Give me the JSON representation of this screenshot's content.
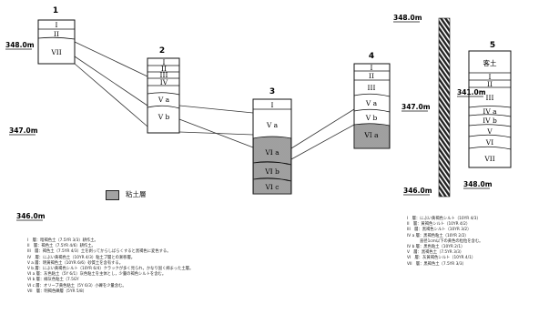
{
  "columns": [
    {
      "number": "1",
      "elevation": "348.0m",
      "layers": [
        "I",
        "II",
        "VII"
      ]
    },
    {
      "number": "2",
      "layers": [
        "I",
        "II",
        "III",
        "IV",
        "V a",
        "V b"
      ]
    },
    {
      "number": "3",
      "layers": [
        "I",
        "V a",
        "VI a",
        "VI b",
        "VI c"
      ]
    },
    {
      "number": "4",
      "elevation": "347.0m",
      "layers": [
        "I",
        "II",
        "III",
        "V a",
        "V b",
        "VI a"
      ]
    },
    {
      "number": "5",
      "elevation": "341.0m",
      "layers": [
        "客土",
        "I",
        "II",
        "III",
        "IV a",
        "IV b",
        "V",
        "VI",
        "VII"
      ]
    }
  ],
  "elevations": {
    "left_347": "347.0m",
    "left_346": "346.0m",
    "top_right": "348.0m",
    "mid_right": "346.0m",
    "bottom_right": "348.0m"
  },
  "legend": {
    "label": "粘土層"
  },
  "notes_left": [
    "I　層：暗褐色土（7.5YR 3/3）耕作土。",
    "II　層：褐色土（7.5YR 4/6）耕作土。",
    "III　層：褐色土（7.5YR 4/3）土を剥ってからしばらくすると黒褐色に変色する。",
    "IV　層：にぶい黄褐色土（10YR 4/3）粘土ブ層との漸移層。",
    "V a 層：明黄褐色土（10YR 6/6）砂質土を含有する。",
    "V b 層：にぶい黄褐色シルト（10YR 6/4）クラックが多く見られ，かなり固く締まった土層。",
    "VI a 層：灰色粘土（5Y 6/1）灰色粘土を主体とし，少量の褐色シルトを含む。",
    "VI b 層：緑灰色粘土（7.5GY",
    "VI c 層：オリーブ黄色粘土（5Y 6/3）小礫を少量含む。",
    "VII　層：明褐色礫層（5YR 5/8）"
  ],
  "notes_right": [
    "I　層：にぶい黄褐色シルト（10YR 4/3）",
    "II　層：黄褐色シルト（10YR 4/2）",
    "III　層：黒褐色シルト（10YR 3/2）",
    "IV a 層：黒褐色粘土（10YR 2/2）",
    "直径1cm以下の黄色の粒粒を含む。",
    "IV b 層：黒色粘土（10YR 2/1）",
    "V　層：黒褐色土（7.5YR 3/3）",
    "VI　層：灰黄褐色シルト（10YR 4/1）",
    "VII　層：黒褐色土（7.5YR 3/3）"
  ]
}
